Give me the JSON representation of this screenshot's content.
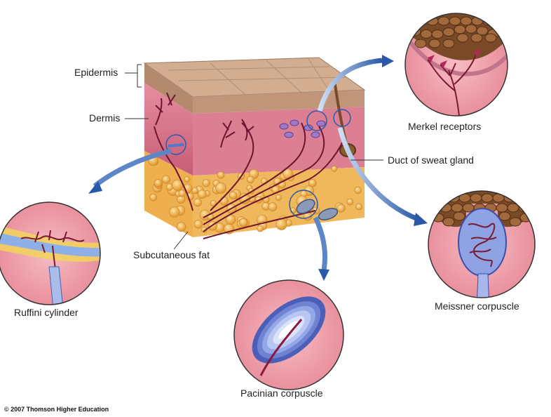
{
  "labels": {
    "epidermis": "Epidermis",
    "dermis": "Dermis",
    "subcutaneous_fat": "Subcutaneous fat",
    "merkel": "Merkel receptors",
    "sweat_duct": "Duct of sweat gland",
    "meissner": "Meissner corpuscle",
    "ruffini": "Ruffini cylinder",
    "pacinian": "Pacinian corpuscle"
  },
  "copyright": "© 2007 Thomson Higher Education",
  "colors": {
    "epidermis_top": "#c9a58a",
    "dermis": "#e08a99",
    "fat": "#efb24f",
    "nerve": "#7a1a33",
    "arrow": "#2f5fae",
    "circle_bg": "#f2a7b0",
    "capsule": "#6a7fd0"
  }
}
